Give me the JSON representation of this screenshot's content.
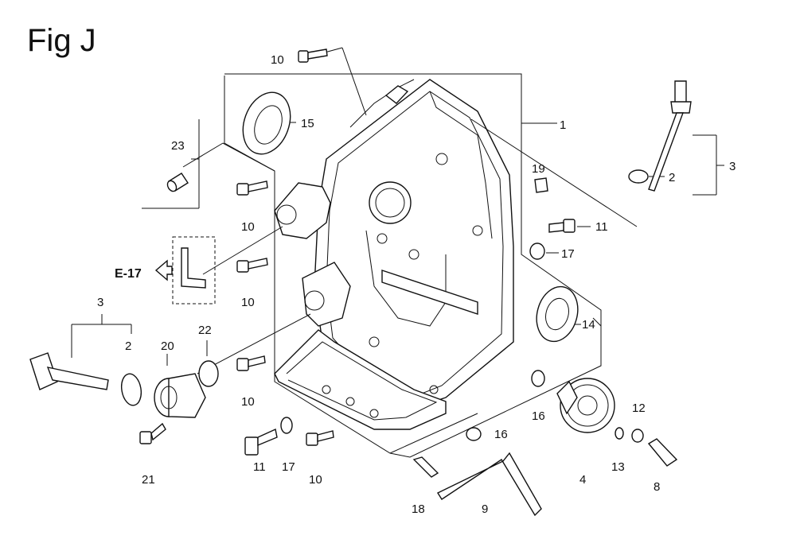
{
  "title": "Fig J",
  "reference_label": "E-17",
  "callouts": {
    "c10_top": "10",
    "c15": "15",
    "c1": "1",
    "c3_right": "3",
    "c2_right": "2",
    "c23": "23",
    "c10_a": "10",
    "c10_b": "10",
    "c19": "19",
    "c11_right": "11",
    "c17_right": "17",
    "c14": "14",
    "c3_left": "3",
    "c2_left": "2",
    "c20": "20",
    "c22": "22",
    "c10_c": "10",
    "c16_a": "16",
    "c12": "12",
    "c16_b": "16",
    "c21": "21",
    "c11_bottom": "11",
    "c17_bottom": "17",
    "c10_d": "10",
    "c18": "18",
    "c9": "9",
    "c4": "4",
    "c13": "13",
    "c8": "8"
  }
}
